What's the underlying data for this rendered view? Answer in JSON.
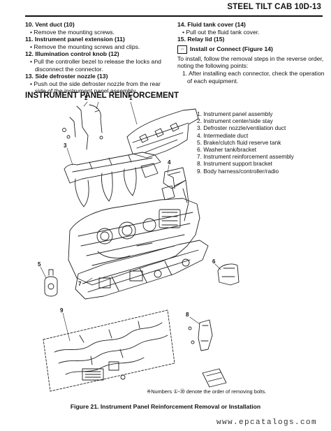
{
  "header": {
    "title": "STEEL TILT CAB 10D-13"
  },
  "left_column": [
    {
      "step": "10. Vent duct (10)",
      "bullets": [
        "• Remove the mounting screws."
      ]
    },
    {
      "step": "11. Instrument panel extension (11)",
      "bullets": [
        "• Remove the mounting screws and clips."
      ]
    },
    {
      "step": "12. Illumination control knob (12)",
      "bullets": [
        "• Pull the controller bezel to release the locks and",
        "disconnect the connector."
      ]
    },
    {
      "step": "13. Side defroster nozzle (13)",
      "bullets": [
        "• Push out the side defroster nozzle from the rear",
        "side of the instrument panel assembly."
      ]
    }
  ],
  "right_column": {
    "steps": [
      {
        "step": "14. Fluid tank cover (14)",
        "bullets": [
          "• Pull out the fluid tank cover."
        ]
      },
      {
        "step": "15. Relay lid (15)",
        "bullets": []
      }
    ],
    "install_icon": "⇔",
    "install_heading": "Install or Connect (Figure 14)",
    "install_text": "To install, follow the removal steps in the reverse order, noting the following points:",
    "install_point": "1. After installing each connector, check the operation of each equipment."
  },
  "section_heading": "INSTRUMENT PANEL REINFORCEMENT",
  "legend": [
    "1. Instrument panel assembly",
    "2. Instrument center/side stay",
    "3. Defroster nozzle/ventilation duct",
    "4. Intermediate duct",
    "5. Brake/clutch fluid reserve tank",
    "6. Washer tank/bracket",
    "7. Instrument reinforcement assembly",
    "8. Instrument support bracket",
    "9. Body harness/controller/radio"
  ],
  "figure_labels": [
    "1",
    "2",
    "3",
    "4",
    "5",
    "6",
    "7",
    "8",
    "9"
  ],
  "bolt_note": "※Numbers ①-⑳ denote the order of removing bolts.",
  "caption": "Figure 21.  Instrument Panel Reinforcement Removal or Installation",
  "watermark": "www.epcatalogs.com"
}
